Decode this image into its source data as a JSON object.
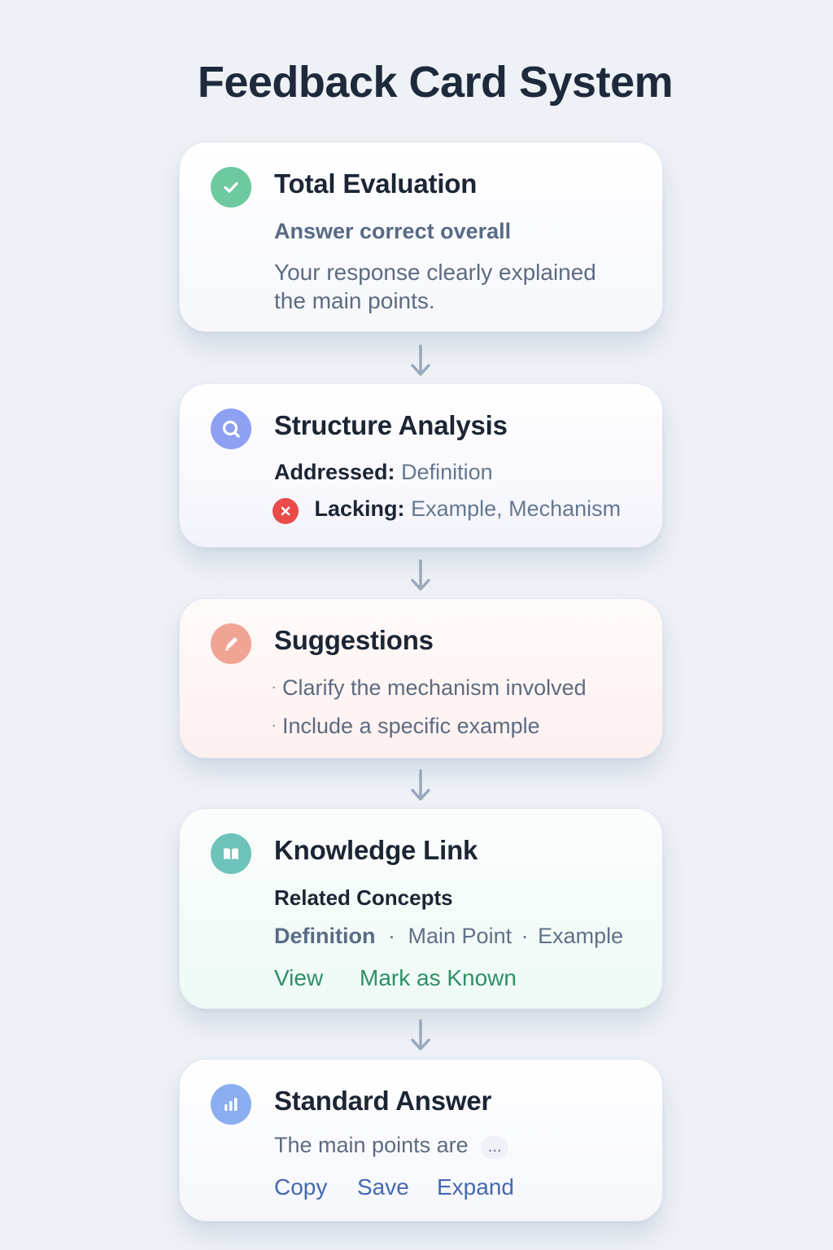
{
  "page": {
    "title": "Feedback Card System"
  },
  "colors": {
    "background": "#eef2f7",
    "success_icon": "#6cc9a0",
    "search_icon": "#8ea0f2",
    "pencil_icon": "#f0a594",
    "book_icon": "#6ec3bb",
    "chart_icon": "#8aaef0",
    "error_badge": "#ea4b48",
    "link_green": "#2f8f66",
    "link_blue": "#4668b0"
  },
  "cards": {
    "total_evaluation": {
      "icon": "check-circle-icon",
      "title": "Total Evaluation",
      "subtitle": "Answer correct overall",
      "body_line1": "Your response clearly explained",
      "body_line2": "the main points."
    },
    "structure_analysis": {
      "icon": "search-icon",
      "title": "Structure Analysis",
      "addressed_label": "Addressed:",
      "addressed_value": "Definition",
      "lacking_icon": "x-circle-icon",
      "lacking_label": "Lacking:",
      "lacking_value": "Example, Mechanism"
    },
    "suggestions": {
      "icon": "pencil-icon",
      "title": "Suggestions",
      "items": [
        "Clarify the mechanism involved",
        "Include a specific example"
      ]
    },
    "knowledge_link": {
      "icon": "book-icon",
      "title": "Knowledge Link",
      "section_label": "Related Concepts",
      "concepts": [
        "Definition",
        "Main Point",
        "Example"
      ],
      "separator": "·",
      "actions": {
        "view": "View",
        "mark_known": "Mark as Known"
      }
    },
    "standard_answer": {
      "icon": "bar-chart-icon",
      "title": "Standard Answer",
      "preview": "The main points are",
      "more": "...",
      "actions": {
        "copy": "Copy",
        "save": "Save",
        "expand": "Expand"
      }
    }
  }
}
